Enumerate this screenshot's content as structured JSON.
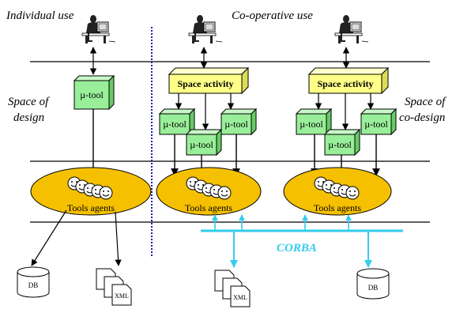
{
  "labels": {
    "individual_use": "Individual use",
    "cooperative_use": "Co-operative use",
    "space_of_design_line1": "Space of",
    "space_of_design_line2": "design",
    "space_of_codesign_line1": "Space of",
    "space_of_codesign_line2": "co-design",
    "corba": "CORBA"
  },
  "tools": {
    "micro_tool": "µ-tool",
    "space_activity": "Space activity",
    "tools_agents": "Tools agents"
  },
  "storage": {
    "db": "DB",
    "xml": "XML"
  },
  "colors": {
    "micro_tool_fill": "#99ee99",
    "space_activity_fill": "#ffff88",
    "agents_ellipse_fill": "#f5c000",
    "corba_line": "#33ccee",
    "separator_dotted": "#1a1aaa",
    "ink": "#000000"
  }
}
